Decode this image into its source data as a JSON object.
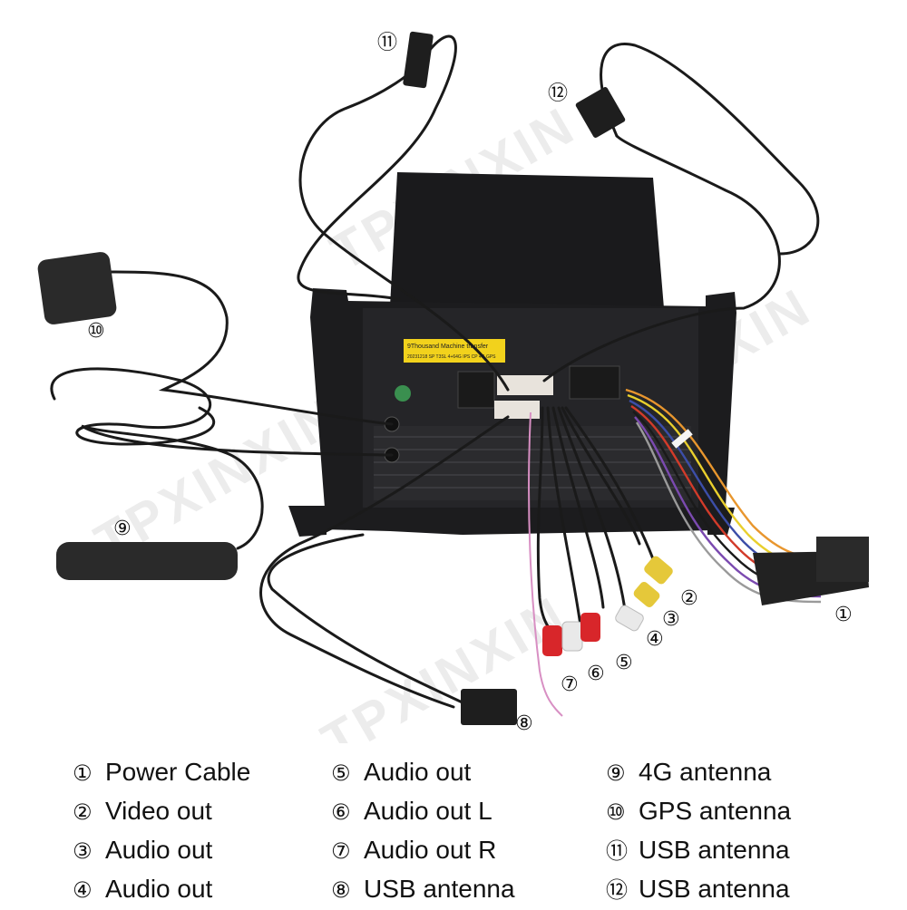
{
  "watermark": [
    "TPXINXIN",
    "TPXINXIN",
    "TPXINXIN",
    "TPXINXIN"
  ],
  "sticker": {
    "line1": "9Thousand Machine transfer",
    "line2": "20231218 SP T3SL 4+64G IPS CP 4G GPS"
  },
  "callouts": [
    "①",
    "②",
    "③",
    "④",
    "⑤",
    "⑥",
    "⑦",
    "⑧",
    "⑨",
    "⑩",
    "⑪",
    "⑫"
  ],
  "legend": {
    "columns": [
      [
        {
          "num": "①",
          "label": "Power Cable"
        },
        {
          "num": "②",
          "label": "Video out"
        },
        {
          "num": "③",
          "label": "Audio out"
        },
        {
          "num": "④",
          "label": "Audio out"
        }
      ],
      [
        {
          "num": "⑤",
          "label": "Audio out"
        },
        {
          "num": "⑥",
          "label": "Audio out L"
        },
        {
          "num": "⑦",
          "label": "Audio out R"
        },
        {
          "num": "⑧",
          "label": "USB antenna"
        }
      ],
      [
        {
          "num": "⑨",
          "label": "4G antenna"
        },
        {
          "num": "⑩",
          "label": "GPS antenna"
        },
        {
          "num": "⑪",
          "label": "USB antenna"
        },
        {
          "num": "⑫",
          "label": "USB antenna"
        }
      ]
    ]
  },
  "colors": {
    "cable": "#1a1a1a",
    "head_unit": "#1c1c1e",
    "sticker": "#f2d21c",
    "rca_red": "#d8262a",
    "rca_white": "#e9e9e9",
    "rca_yellow": "#e5c83a",
    "connector_green": "#3a8f4f"
  }
}
